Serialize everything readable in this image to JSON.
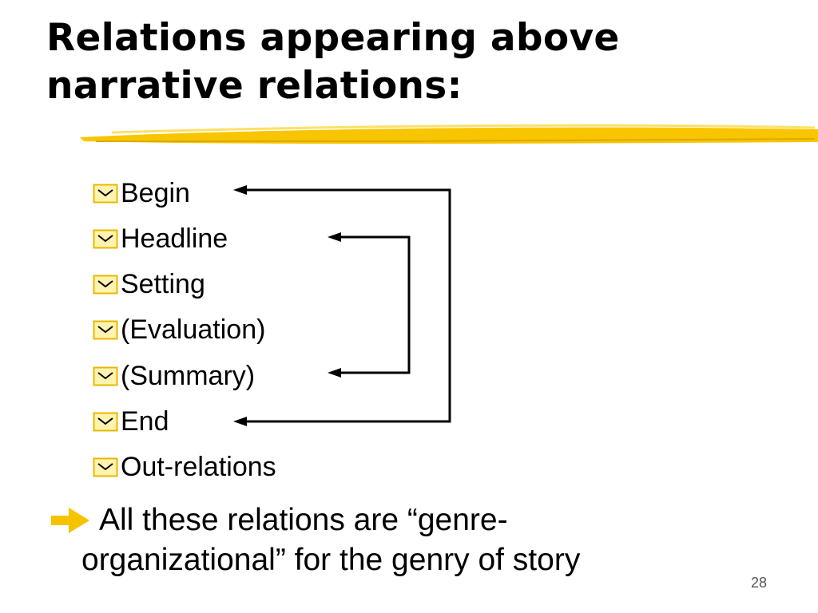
{
  "slide": {
    "title_line1": "Relations appearing above",
    "title_line2": "narrative relations:",
    "items": [
      "Begin",
      "Headline",
      "Setting",
      "(Evaluation)",
      "(Summary)",
      "End",
      "Out-relations"
    ],
    "summary_line1": "All these relations are “genre-",
    "summary_line2": "organizational” for the genry of story",
    "page_number": "28"
  },
  "colors": {
    "accent": "#F5C400",
    "bullet_border": "#E8B800",
    "text": "#000000",
    "page_number": "#555555"
  },
  "icons": {
    "bullet": "checkbox-icon",
    "summary_marker": "right-arrow-icon"
  }
}
